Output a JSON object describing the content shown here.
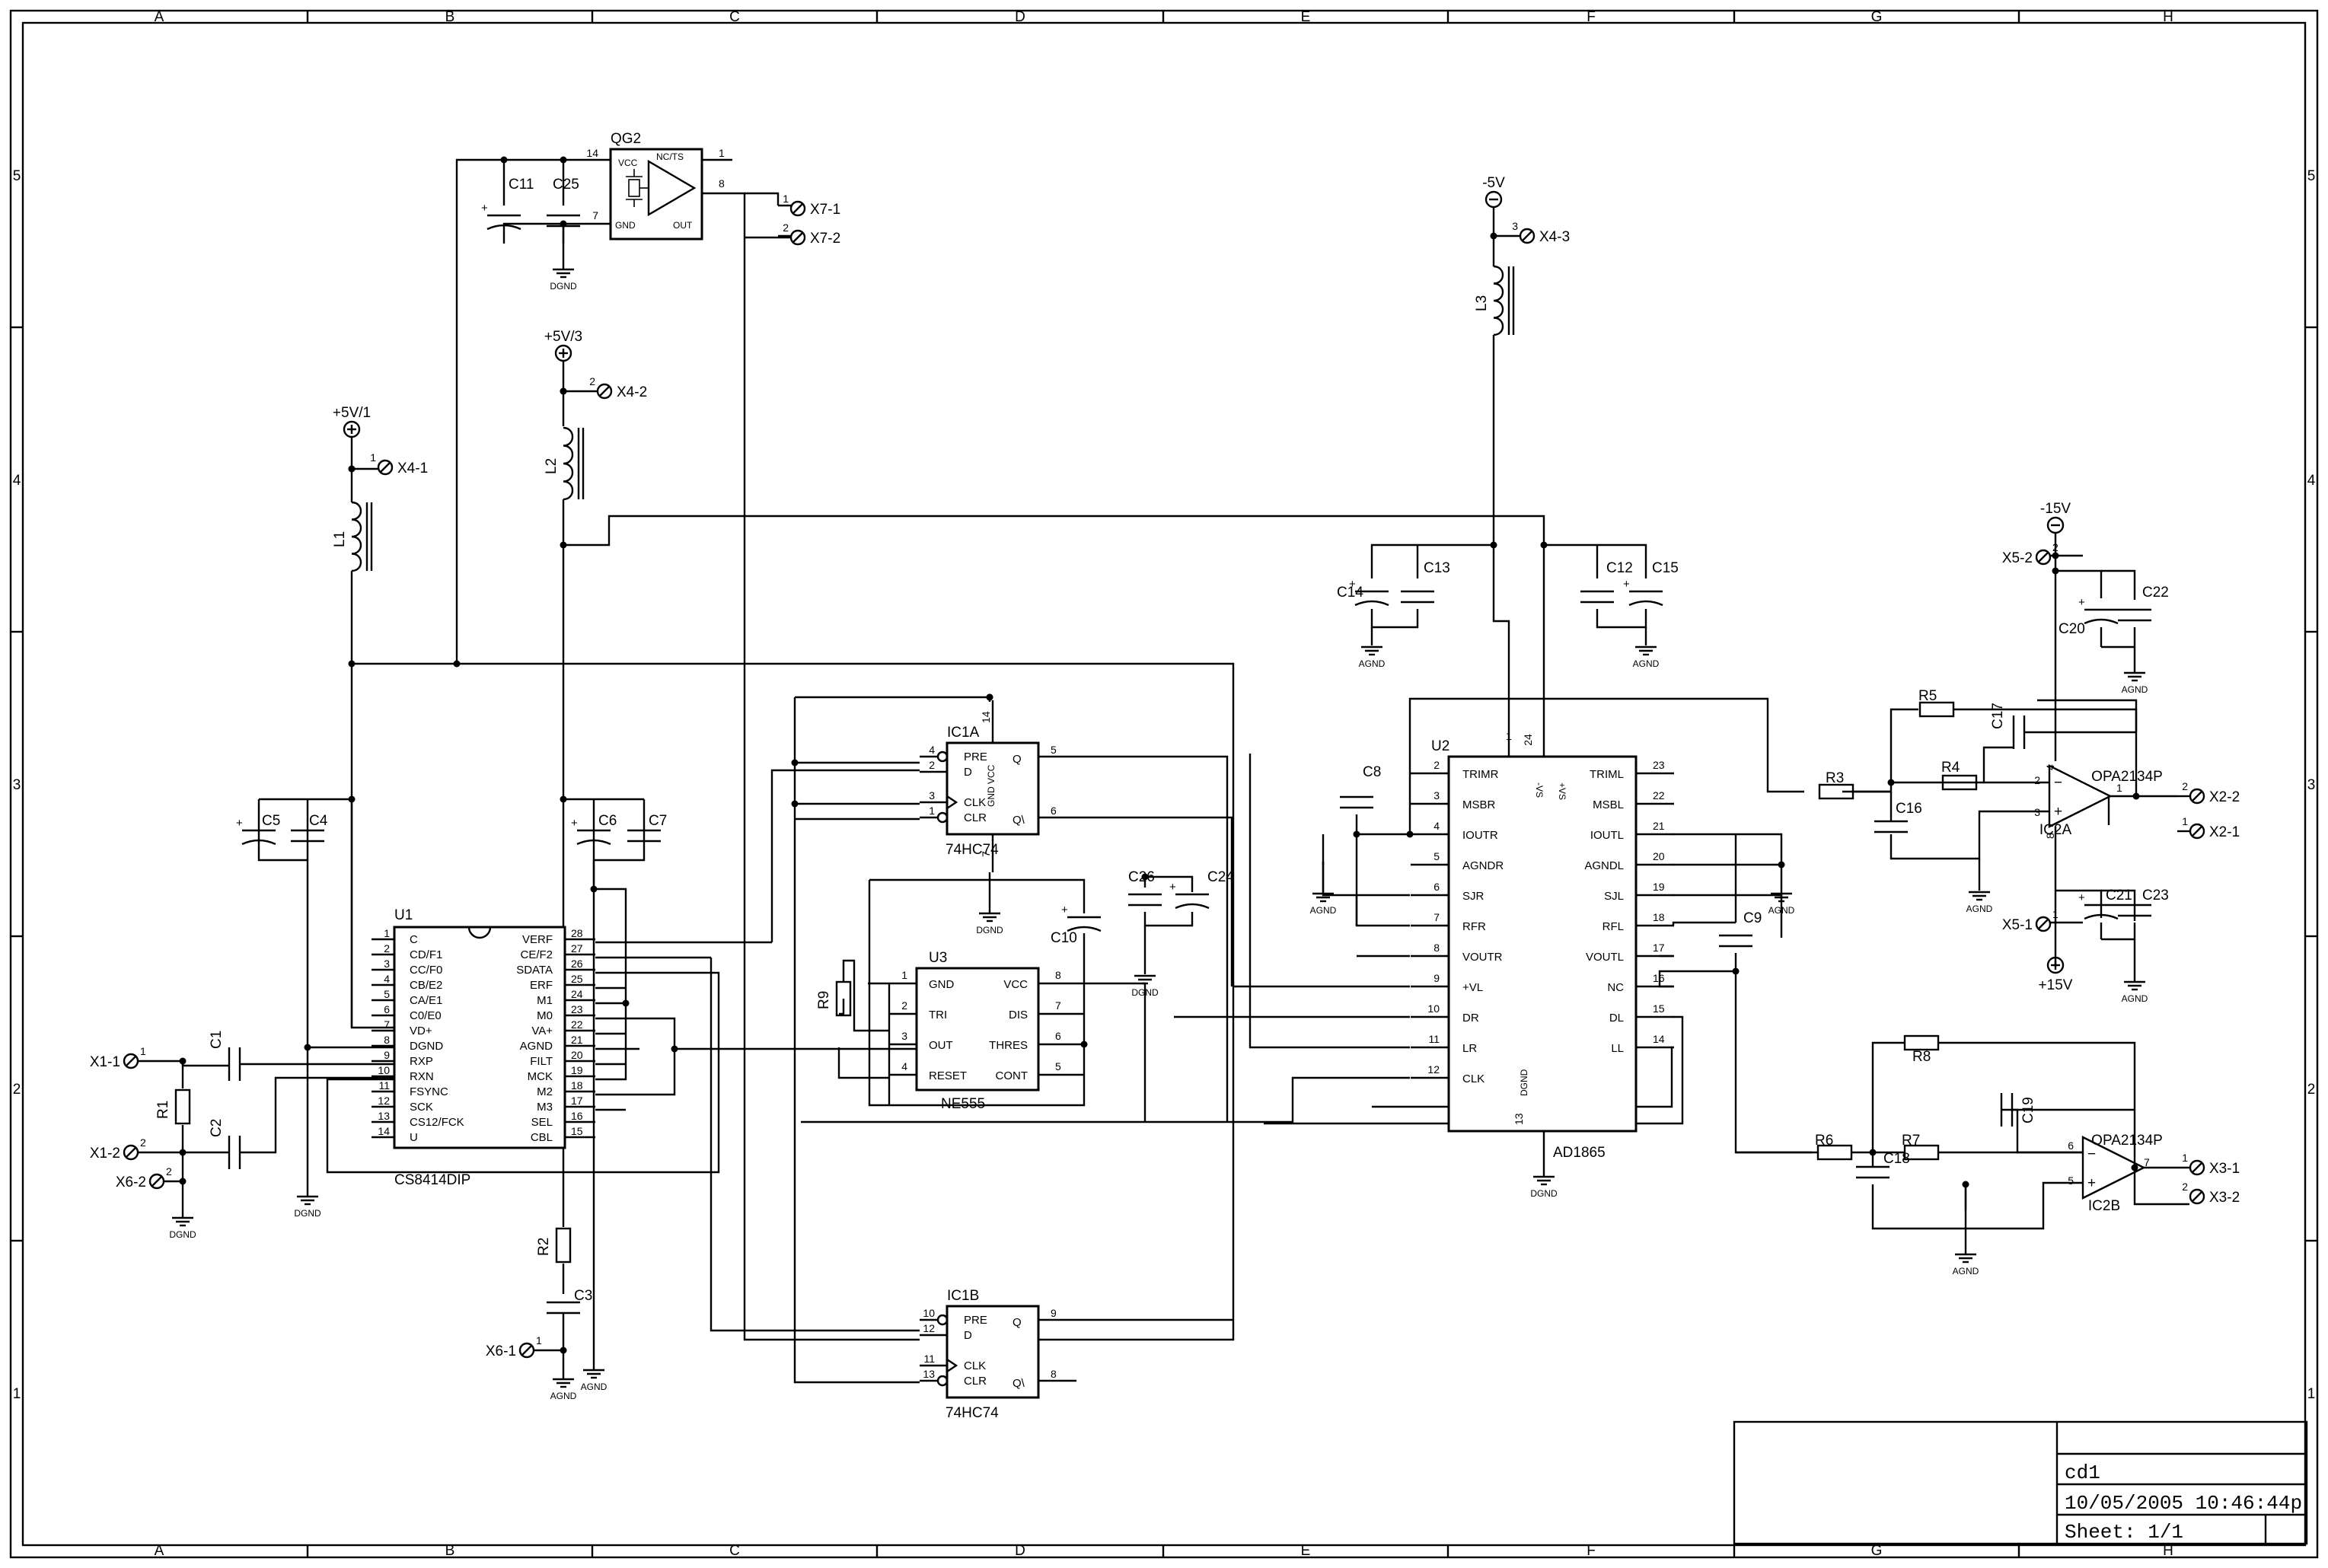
{
  "frame": {
    "cols": [
      "A",
      "B",
      "C",
      "D",
      "E",
      "F",
      "G",
      "H"
    ],
    "rows": [
      "5",
      "4",
      "3",
      "2",
      "1"
    ]
  },
  "title_block": {
    "name": "cd1",
    "datetime": "10/05/2005 10:46:44p",
    "sheet": "Sheet: 1/1"
  },
  "parts": {
    "U1": {
      "ref": "U1",
      "value": "CS8414DIP",
      "left_pins": [
        [
          "1",
          "C"
        ],
        [
          "2",
          "CD/F1"
        ],
        [
          "3",
          "CC/F0"
        ],
        [
          "4",
          "CB/E2"
        ],
        [
          "5",
          "CA/E1"
        ],
        [
          "6",
          "C0/E0"
        ],
        [
          "7",
          "VD+"
        ],
        [
          "8",
          "DGND"
        ],
        [
          "9",
          "RXP"
        ],
        [
          "10",
          "RXN"
        ],
        [
          "11",
          "FSYNC"
        ],
        [
          "12",
          "SCK"
        ],
        [
          "13",
          "CS12/FCK"
        ],
        [
          "14",
          "U"
        ]
      ],
      "right_pins": [
        [
          "28",
          "VERF"
        ],
        [
          "27",
          "CE/F2"
        ],
        [
          "26",
          "SDATA"
        ],
        [
          "25",
          "ERF"
        ],
        [
          "24",
          "M1"
        ],
        [
          "23",
          "M0"
        ],
        [
          "22",
          "VA+"
        ],
        [
          "21",
          "AGND"
        ],
        [
          "20",
          "FILT"
        ],
        [
          "19",
          "MCK"
        ],
        [
          "18",
          "M2"
        ],
        [
          "17",
          "M3"
        ],
        [
          "16",
          "SEL"
        ],
        [
          "15",
          "CBL"
        ]
      ]
    },
    "U2": {
      "ref": "U2",
      "value": "AD1865",
      "left_pins": [
        [
          "2",
          "TRIMR"
        ],
        [
          "3",
          "MSBR"
        ],
        [
          "4",
          "IOUTR"
        ],
        [
          "5",
          "AGNDR"
        ],
        [
          "6",
          "SJR"
        ],
        [
          "7",
          "RFR"
        ],
        [
          "8",
          "VOUTR"
        ],
        [
          "9",
          "+VL"
        ],
        [
          "10",
          "DR"
        ],
        [
          "11",
          "LR"
        ],
        [
          "12",
          "CLK"
        ]
      ],
      "right_pins": [
        [
          "23",
          "TRIML"
        ],
        [
          "22",
          "MSBL"
        ],
        [
          "21",
          "IOUTL"
        ],
        [
          "20",
          "AGNDL"
        ],
        [
          "19",
          "SJL"
        ],
        [
          "18",
          "RFL"
        ],
        [
          "17",
          "VOUTL"
        ],
        [
          "16",
          "NC"
        ],
        [
          "15",
          "DL"
        ],
        [
          "14",
          "LL"
        ]
      ],
      "top_pins": [
        [
          "1",
          "-VS"
        ],
        [
          "24",
          "+VS"
        ]
      ],
      "bottom_pin": [
        "13",
        "DGND"
      ]
    },
    "U3": {
      "ref": "U3",
      "value": "NE555",
      "left_pins": [
        [
          "1",
          "GND"
        ],
        [
          "2",
          "TRI"
        ],
        [
          "3",
          "OUT"
        ],
        [
          "4",
          "RESET"
        ]
      ],
      "right_pins": [
        [
          "8",
          "VCC"
        ],
        [
          "7",
          "DIS"
        ],
        [
          "6",
          "THRES"
        ],
        [
          "5",
          "CONT"
        ]
      ]
    },
    "IC1A": {
      "ref": "IC1A",
      "value": "74HC74",
      "pins": [
        [
          "4",
          "PRE"
        ],
        [
          "2",
          "D"
        ],
        [
          "3",
          "CLK"
        ],
        [
          "1",
          "CLR"
        ],
        [
          "5",
          "Q"
        ],
        [
          "6",
          "Q\\"
        ],
        [
          "14",
          "VCC"
        ],
        [
          "7",
          "GND"
        ]
      ]
    },
    "IC1B": {
      "ref": "IC1B",
      "value": "74HC74",
      "pins": [
        [
          "10",
          "PRE"
        ],
        [
          "12",
          "D"
        ],
        [
          "11",
          "CLK"
        ],
        [
          "13",
          "CLR"
        ],
        [
          "9",
          "Q"
        ],
        [
          "8",
          "Q\\"
        ]
      ]
    },
    "QG2": {
      "ref": "QG2",
      "labels": [
        "VCC",
        "NC/TS",
        "GND",
        "OUT"
      ],
      "pins": [
        "14",
        "1",
        "7",
        "8"
      ]
    },
    "IC2A": {
      "ref": "IC2A",
      "value": "OPA2134P",
      "pins": [
        "2",
        "3",
        "1",
        "4",
        "8"
      ]
    },
    "IC2B": {
      "ref": "IC2B",
      "value": "OPA2134P",
      "pins": [
        "6",
        "5",
        "7"
      ]
    }
  },
  "labels": {
    "C1": "C1",
    "C2": "C2",
    "C3": "C3",
    "C4": "C4",
    "C5": "C5",
    "C6": "C6",
    "C7": "C7",
    "C8": "C8",
    "C9": "C9",
    "C10": "C10",
    "C11": "C11",
    "C12": "C12",
    "C13": "C13",
    "C14": "C14",
    "C15": "C15",
    "C16": "C16",
    "C17": "C17",
    "C18": "C18",
    "C19": "C19",
    "C20": "C20",
    "C21": "C21",
    "C22": "C22",
    "C23": "C23",
    "C24": "C24",
    "C25": "C25",
    "C26": "C26",
    "R1": "R1",
    "R2": "R2",
    "R3": "R3",
    "R4": "R4",
    "R5": "R5",
    "R6": "R6",
    "R7": "R7",
    "R8": "R8",
    "R9": "R9",
    "L1": "L1",
    "L2": "L2",
    "L3": "L3"
  },
  "power": {
    "p5v1": "+5V/1",
    "p5v3": "+5V/3",
    "m5v": "-5V",
    "m15v": "-15V",
    "p15v": "+15V"
  },
  "grounds": {
    "dgnd": "DGND",
    "agnd": "AGND"
  },
  "connectors": {
    "x4_1": {
      "pin": "1",
      "name": "X4-1"
    },
    "x4_2": {
      "pin": "2",
      "name": "X4-2"
    },
    "x4_3": {
      "pin": "3",
      "name": "X4-3"
    },
    "x7_1": {
      "pin": "1",
      "name": "X7-1"
    },
    "x7_2": {
      "pin": "2",
      "name": "X7-2"
    },
    "x1_1": {
      "pin": "1",
      "name": "X1-1"
    },
    "x1_2": {
      "pin": "2",
      "name": "X1-2"
    },
    "x6_2": {
      "pin": "2",
      "name": "X6-2"
    },
    "x6_1": {
      "pin": "1",
      "name": "X6-1"
    },
    "x5_2": {
      "pin": "2",
      "name": "X5-2"
    },
    "x5_1": {
      "pin": "1",
      "name": "X5-1"
    },
    "x2_2": {
      "pin": "2",
      "name": "X2-2"
    },
    "x2_1": {
      "pin": "1",
      "name": "X2-1"
    },
    "x3_1": {
      "pin": "1",
      "name": "X3-1"
    },
    "x3_2": {
      "pin": "2",
      "name": "X3-2"
    }
  }
}
